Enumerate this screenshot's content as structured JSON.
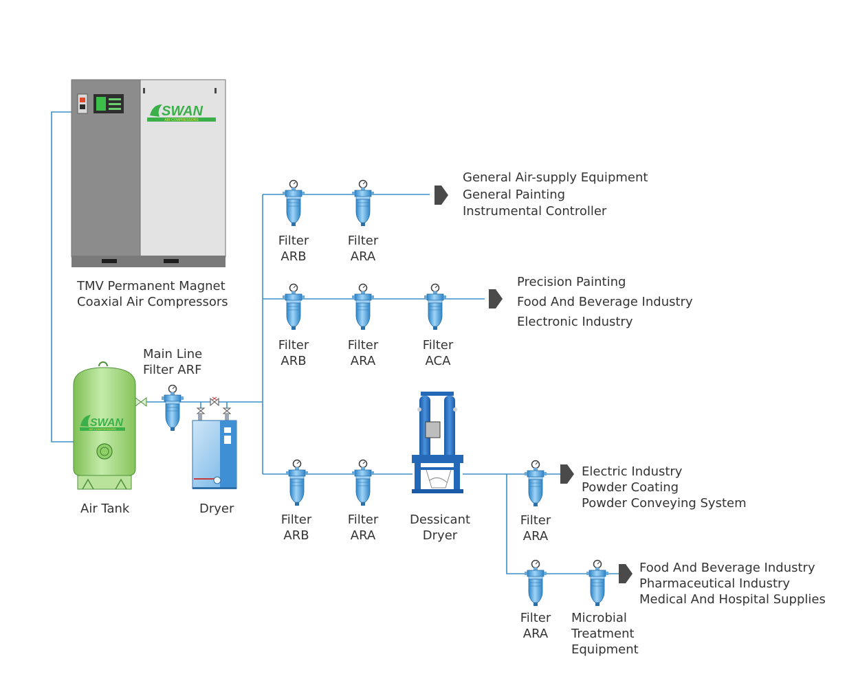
{
  "compressor": {
    "brand": "SWAN",
    "brand_sub": "AIR COMPRESSORS",
    "label_line1": "TMV Permanent Magnet",
    "label_line2": "Coaxial Air Compressors"
  },
  "air_tank": {
    "label": "Air Tank",
    "brand": "SWAN",
    "brand_sub": "AIR COMPRESSORS"
  },
  "main_filter": {
    "label_line1": "Main Line",
    "label_line2": "Filter ARF"
  },
  "dryer": {
    "label": "Dryer"
  },
  "desiccant_dryer": {
    "label_line1": "Dessicant",
    "label_line2": "Dryer"
  },
  "branch1": {
    "filters": [
      {
        "line1": "Filter",
        "line2": "ARB"
      },
      {
        "line1": "Filter",
        "line2": "ARA"
      }
    ],
    "destinations": [
      "General Air-supply Equipment",
      "General Painting",
      "Instrumental Controller"
    ]
  },
  "branch2": {
    "filters": [
      {
        "line1": "Filter",
        "line2": "ARB"
      },
      {
        "line1": "Filter",
        "line2": "ARA"
      },
      {
        "line1": "Filter",
        "line2": "ACA"
      }
    ],
    "destinations": [
      "Precision Painting",
      "Food And Beverage Industry",
      "Electronic Industry"
    ]
  },
  "branch3": {
    "filters": [
      {
        "line1": "Filter",
        "line2": "ARB"
      },
      {
        "line1": "Filter",
        "line2": "ARA"
      }
    ]
  },
  "branch3a": {
    "filter": {
      "line1": "Filter",
      "line2": "ARA"
    },
    "destinations": [
      "Electric Industry",
      "Powder Coating",
      "Powder Conveying System"
    ]
  },
  "branch3b": {
    "filter": {
      "line1": "Filter",
      "line2": "ARA"
    },
    "microbial": {
      "line1": "Microbial",
      "line2": "Treatment",
      "line3": "Equipment"
    },
    "destinations": [
      "Food And Beverage Industry",
      "Pharmaceutical Industry",
      "Medical And Hospital Supplies"
    ]
  },
  "colors": {
    "pipe": "#3a8fc8",
    "filter_blue": "#5aaee6",
    "compressor_gray": "#8c8c8c",
    "tank_green": "#a6d87e",
    "dryer_blue": "#3e8fd3",
    "desiccant_blue": "#2468b8",
    "arrow": "#4a4a4a"
  }
}
